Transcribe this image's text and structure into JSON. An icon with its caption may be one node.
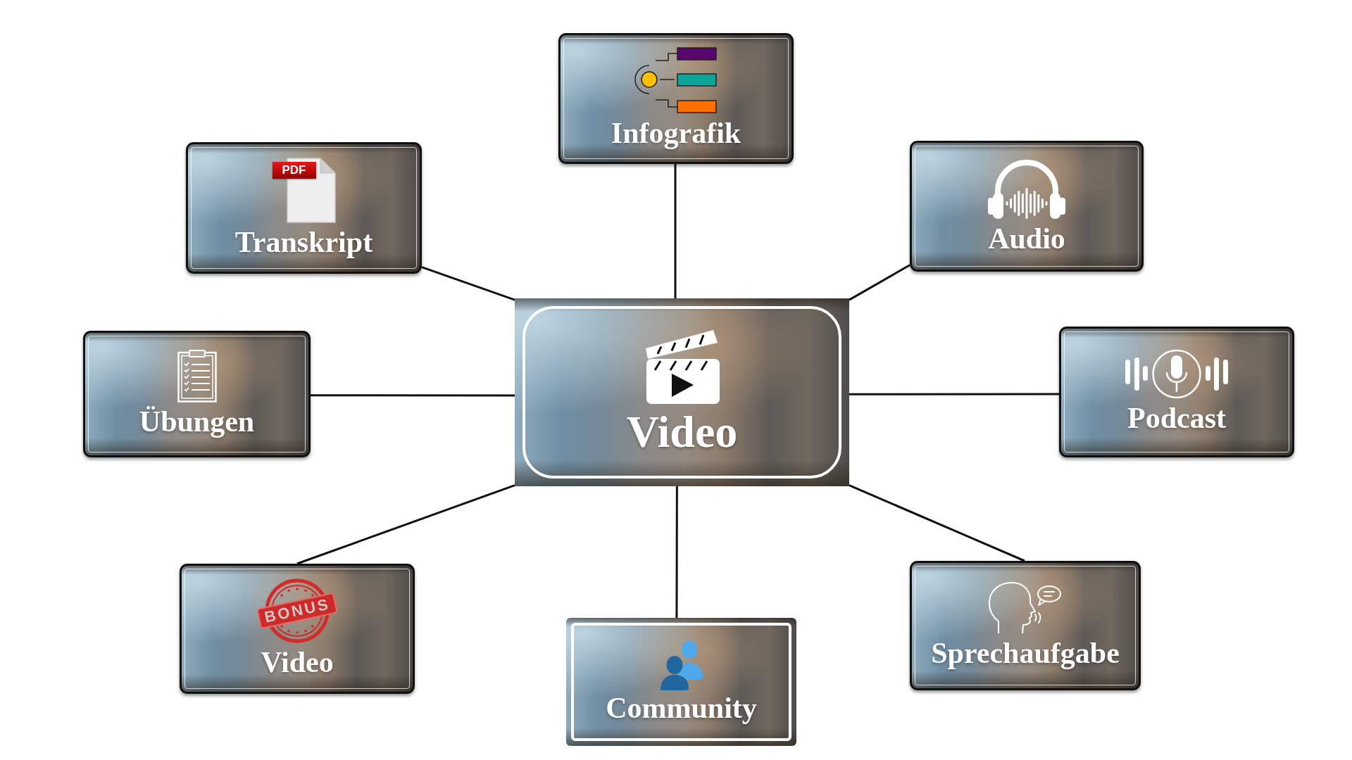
{
  "diagram": {
    "nodes": [
      {
        "text": [
          "Infografik"
        ]
      },
      {
        "text": [
          "PDF",
          "Transkript"
        ]
      },
      {
        "text": [
          "Audio"
        ]
      },
      {
        "text": [
          "Video"
        ]
      },
      {
        "text": [
          "Übungen"
        ]
      },
      {
        "text": [
          "Podcast"
        ]
      },
      {
        "text": [
          "BONUS",
          "Video"
        ]
      },
      {
        "text": [
          "Community"
        ]
      },
      {
        "text": [
          "Sprechaufgabe"
        ]
      }
    ],
    "edges": [
      {
        "from": 3,
        "to": 0,
        "arrow": "none"
      },
      {
        "from": 3,
        "to": 1,
        "arrow": "none"
      },
      {
        "from": 3,
        "to": 2,
        "arrow": "none"
      },
      {
        "from": 3,
        "to": 4,
        "arrow": "none"
      },
      {
        "from": 3,
        "to": 5,
        "arrow": "none"
      },
      {
        "from": 3,
        "to": 6,
        "arrow": "none"
      },
      {
        "from": 3,
        "to": 7,
        "arrow": "none"
      },
      {
        "from": 3,
        "to": 8,
        "arrow": "none"
      }
    ]
  }
}
